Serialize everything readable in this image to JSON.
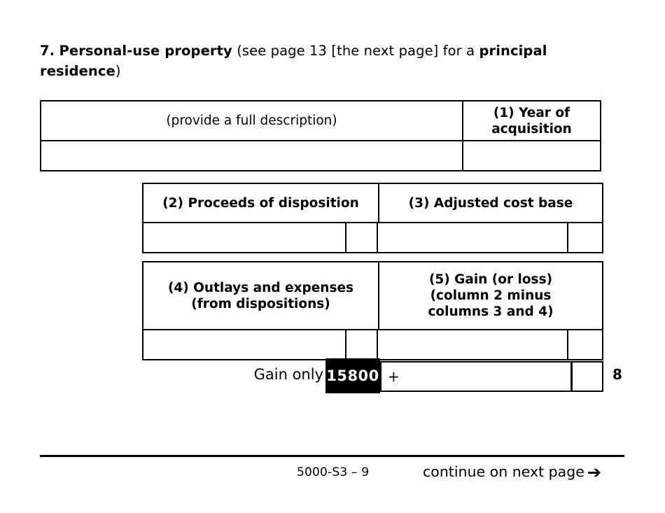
{
  "section": {
    "number": "7.",
    "title": "Personal-use property",
    "note_before": "(see page 13 [the next page] for a ",
    "note_bold": "principal residence",
    "note_after": ")"
  },
  "table_description": {
    "headers": {
      "description": "(provide a full description)",
      "year_of_acquisition": "(1) Year of\nacquisition"
    },
    "values": {
      "description": "",
      "year_of_acquisition": ""
    }
  },
  "table_proceeds": {
    "headers": {
      "col2": "(2) Proceeds of disposition",
      "col3": "(3) Adjusted cost base"
    },
    "values": {
      "col2_dollars": "",
      "col2_cents": "",
      "col3_dollars": "",
      "col3_cents": ""
    }
  },
  "table_gain": {
    "headers": {
      "col4": "(4) Outlays and expenses\n(from dispositions)",
      "col5": "(5) Gain (or loss)\n(column 2 minus\ncolumns 3 and 4)"
    },
    "values": {
      "col4_dollars": "",
      "col4_cents": "",
      "col5_dollars": "",
      "col5_cents": ""
    }
  },
  "gain_only_row": {
    "label": "Gain only",
    "black_box_value": "15800",
    "sign": "+",
    "amount": "",
    "cents": "",
    "line_number": "8"
  },
  "footer": {
    "form_id": "5000-S3 – 9",
    "continue_text": "continue on next page",
    "arrow_icon": "➔"
  },
  "colors": {
    "ink": "#000000",
    "paper": "#ffffff",
    "highlight_box_bg": "#000000",
    "highlight_box_fg": "#ffffff"
  }
}
